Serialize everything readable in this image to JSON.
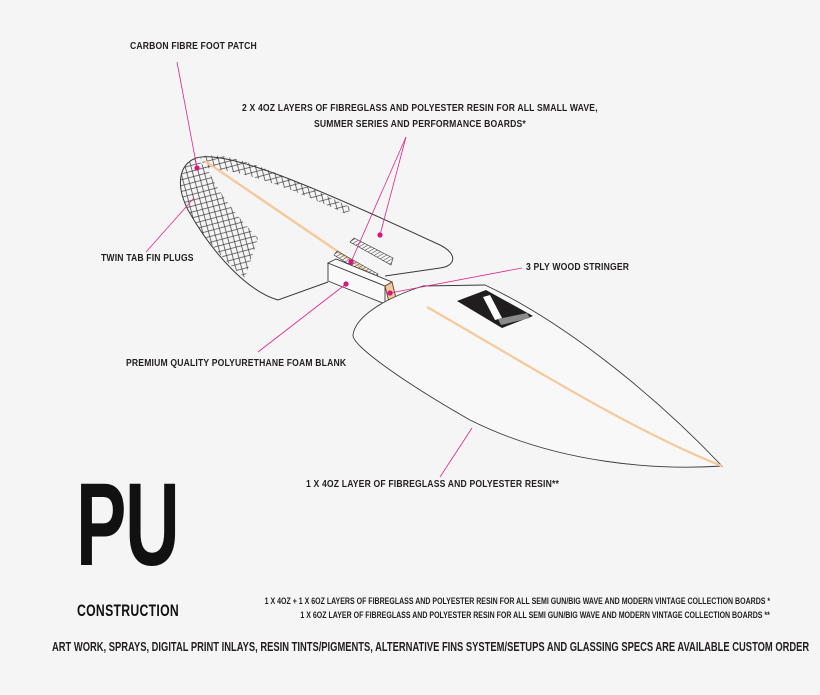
{
  "colors": {
    "background": "#f5f5f5",
    "text": "#231f20",
    "leader_line": "#e0258a",
    "marker_dot": "#d6157f",
    "stringer": "#f6c99a",
    "outline": "#3a3a3a",
    "logo": "#1f1d1d"
  },
  "callouts": {
    "carbon_patch": "CARBON FIBRE FOOT PATCH",
    "layers_line1": "2 X 4OZ LAYERS OF FIBREGLASS AND POLYESTER RESIN FOR ALL SMALL WAVE,",
    "layers_line2": "SUMMER SERIES AND PERFORMANCE BOARDS*",
    "fin_plugs": "TWIN TAB FIN PLUGS",
    "stringer": "3 PLY WOOD STRINGER",
    "foam_blank": "PREMIUM QUALITY POLYURETHANE FOAM BLANK",
    "bottom_layer": "1 X 4OZ LAYER OF FIBREGLASS AND POLYESTER RESIN**"
  },
  "title": {
    "main": "PU",
    "sub": "CONSTRUCTION"
  },
  "footnotes": {
    "single_star": "1 X 4OZ + 1 X 6OZ LAYERS OF FIBREGLASS AND POLYESTER RESIN FOR ALL SEMI GUN/BIG WAVE AND MODERN VINTAGE COLLECTION BOARDS *",
    "double_star": "1 X 6OZ LAYER OF FIBREGLASS AND POLYESTER RESIN FOR ALL SEMI GUN/BIG WAVE AND MODERN VINTAGE COLLECTION BOARDS **"
  },
  "custom_note": "ART WORK, SPRAYS, DIGITAL PRINT INLAYS, RESIN TINTS/PIGMENTS, ALTERNATIVE FINS SYSTEM/SETUPS AND GLASSING SPECS ARE AVAILABLE CUSTOM ORDER"
}
